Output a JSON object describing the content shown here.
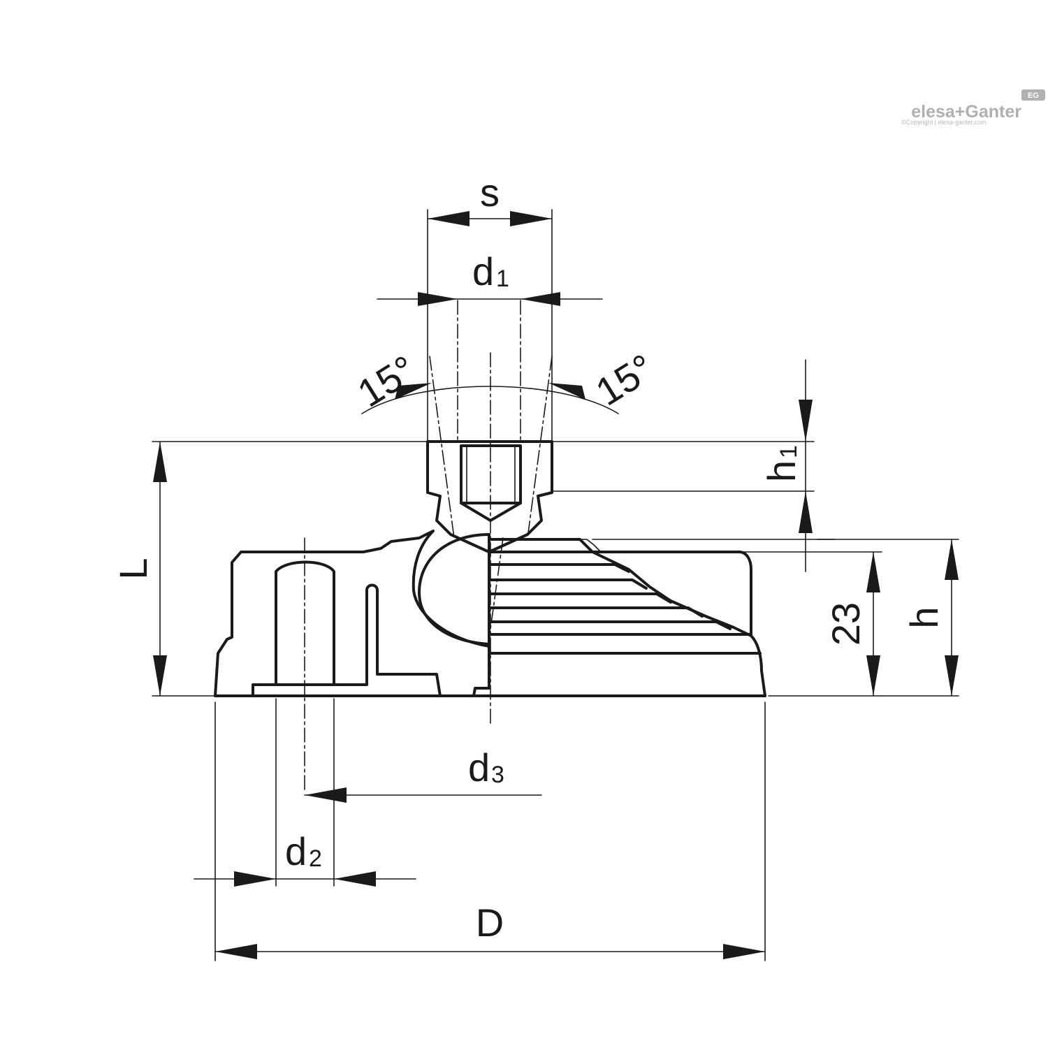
{
  "logo": {
    "brand": "elesa+Ganter",
    "badge": "EG",
    "copyright": "©Copyright | elesa-ganter.com"
  },
  "labels": {
    "s": "s",
    "d1_main": "d",
    "d1_sub": "1",
    "angle_left": "15°",
    "angle_right": "15°",
    "h1_main": "h",
    "h1_sub": "1",
    "L": "L",
    "twenty_three": "23",
    "h": "h",
    "d3_main": "d",
    "d3_sub": "3",
    "d2_main": "d",
    "d2_sub": "2",
    "D": "D"
  },
  "colors": {
    "line": "#1a1a1a",
    "logo": "#b0b0b0"
  }
}
